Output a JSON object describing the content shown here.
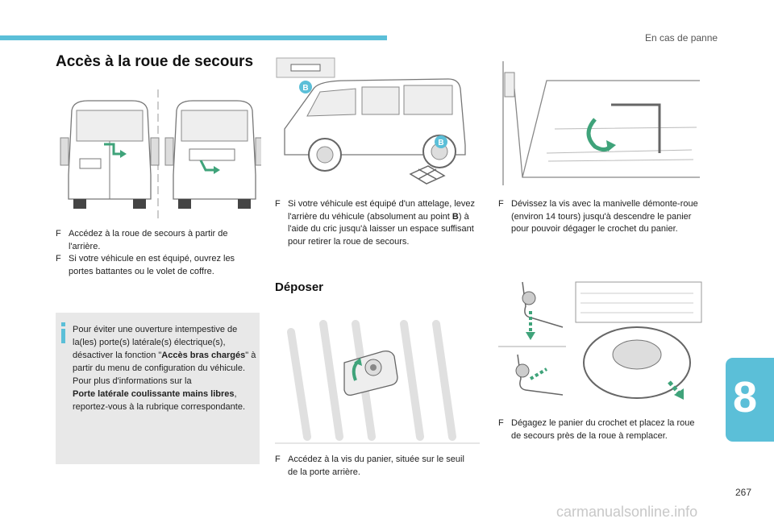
{
  "header": {
    "section": "En cas de panne",
    "page_number": "267",
    "chapter": "8"
  },
  "title": "Accès à la roue de secours",
  "subtitle": "Déposer",
  "labels": {
    "b1": "B",
    "b2": "B"
  },
  "col1": {
    "item1": "Accédez à la roue de secours à partir de l'arrière.",
    "item2": "Si votre véhicule en est équipé, ouvrez les portes battantes ou le volet de coffre."
  },
  "info": {
    "p1": "Pour éviter une ouverture intempestive de la(les) porte(s) latérale(s) électrique(s), désactiver la fonction \"",
    "p1b": "Accès bras chargés",
    "p1c": "\" à partir du menu de configuration du véhicule.",
    "p2": "Pour plus d'informations sur la",
    "p2b": "Porte latérale coulissante mains libres",
    "p2c": ", reportez-vous à la rubrique correspondante."
  },
  "col2": {
    "item1a": "Si votre véhicule est équipé d'un attelage, levez l'arrière du véhicule (absolument au point ",
    "item1b": "B",
    "item1c": ") à l'aide du cric jusqu'à laisser un espace suffisant pour retirer la roue de secours.",
    "item2": "Accédez à la vis du panier, située sur le seuil de la porte arrière."
  },
  "col3": {
    "item1": "Dévissez la vis avec la manivelle démonte-roue (environ 14 tours) jusqu'à descendre le panier pour pouvoir dégager le crochet du panier.",
    "item2": "Dégagez le panier du crochet et placez la roue de secours près de la roue à remplacer."
  },
  "watermark": "carmanualsonline.info",
  "colors": {
    "accent": "#5bbfd8",
    "arrow": "#3fa37a"
  }
}
